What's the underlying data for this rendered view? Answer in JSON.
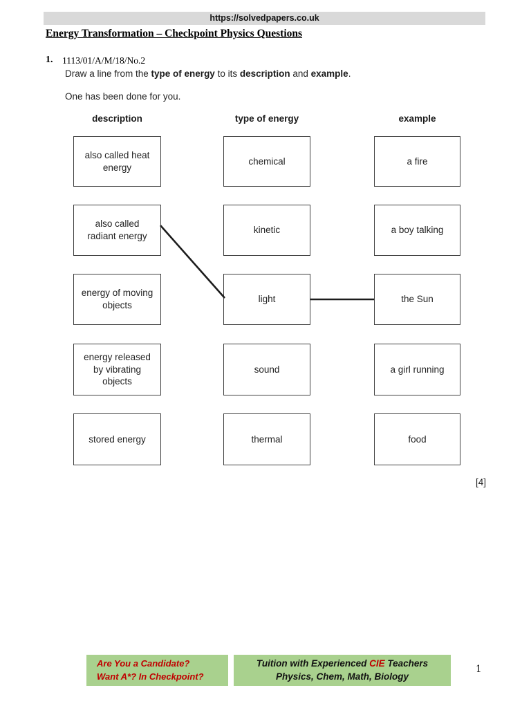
{
  "page": {
    "header_url": "https://solvedpapers.co.uk",
    "title": "Energy Transformation – Checkpoint Physics Questions",
    "page_number": "1"
  },
  "question": {
    "number": "1.",
    "reference": "1113/01/A/M/18/No.2",
    "instruction": {
      "part1": "Draw a line from the ",
      "bold1": "type of energy",
      "part2": " to its ",
      "bold2": "description",
      "part3": " and ",
      "bold3": "example",
      "part4": "."
    },
    "note": "One has been done for you.",
    "marks": "[4]"
  },
  "matching": {
    "column_headers": [
      "description",
      "type of energy",
      "example"
    ],
    "descriptions": [
      "also called heat energy",
      "also called radiant energy",
      "energy of moving objects",
      "energy released by vibrating objects",
      "stored energy"
    ],
    "types": [
      "chemical",
      "kinetic",
      "light",
      "sound",
      "thermal"
    ],
    "examples": [
      "a fire",
      "a boy talking",
      "the Sun",
      "a girl running",
      "food"
    ],
    "drawn_connections": [
      {
        "from": "also called radiant energy",
        "to": "light"
      },
      {
        "from": "light",
        "to": "the Sun"
      }
    ]
  },
  "footer": {
    "left_line1": "Are You a Candidate?",
    "left_line2": "Want A*? In Checkpoint?",
    "right_line1_prefix": "Tuition with Experienced ",
    "right_line1_highlight": "CIE",
    "right_line1_suffix": " Teachers",
    "right_line2": "Physics, Chem, Math, Biology",
    "colors": {
      "banner_bg": "#a9d18e",
      "highlight_red": "#c00000",
      "header_bar_bg": "#d9d9d9"
    }
  }
}
